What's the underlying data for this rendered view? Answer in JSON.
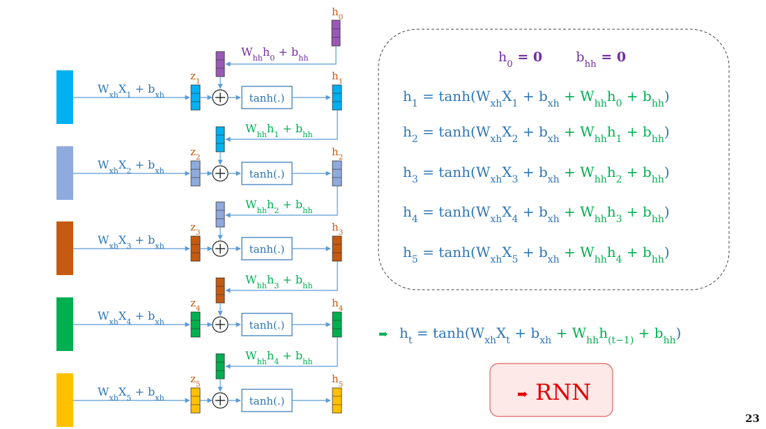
{
  "colors": {
    "arrow": "#5b9bd5",
    "blue_text": "#2e75b6",
    "green_text": "#00b050",
    "purple_text": "#7030a0",
    "orange_text": "#c55a11",
    "rnn_text": "#e00000",
    "rnn_fill": "#fde9e7",
    "rnn_border": "#e06666",
    "h0_fill": "#9b59b6"
  },
  "h0": {
    "label": "h",
    "sub": "0"
  },
  "h0_term": {
    "w": "W",
    "wsub": "hh",
    "h": "h",
    "hsub": "0",
    "plus": " + b",
    "bsub": "hh"
  },
  "tanh_label": "tanh(.)",
  "plus_symbol": "+",
  "steps": [
    {
      "color": "#00b0f0",
      "z": "z",
      "zsub": "1",
      "h": "h",
      "hsub": "1",
      "xterm": {
        "w": "W",
        "wsub": "xh",
        "x": "X",
        "xsub": "1",
        "plus": " + b",
        "bsub": "xh"
      },
      "rec": {
        "w": "W",
        "wsub": "hh",
        "h": "h",
        "hsub": "1",
        "plus": " + b",
        "bsub": "hh"
      }
    },
    {
      "color": "#8faadc",
      "z": "z",
      "zsub": "2",
      "h": "h",
      "hsub": "2",
      "xterm": {
        "w": "W",
        "wsub": "xh",
        "x": "X",
        "xsub": "2",
        "plus": " + b",
        "bsub": "xh"
      },
      "rec": {
        "w": "W",
        "wsub": "hh",
        "h": "h",
        "hsub": "2",
        "plus": " + b",
        "bsub": "hh"
      }
    },
    {
      "color": "#c55a11",
      "z": "z",
      "zsub": "3",
      "h": "h",
      "hsub": "3",
      "xterm": {
        "w": "W",
        "wsub": "xh",
        "x": "X",
        "xsub": "3",
        "plus": " + b",
        "bsub": "xh"
      },
      "rec": {
        "w": "W",
        "wsub": "hh",
        "h": "h",
        "hsub": "3",
        "plus": " + b",
        "bsub": "hh"
      }
    },
    {
      "color": "#00b050",
      "z": "z",
      "zsub": "4",
      "h": "h",
      "hsub": "4",
      "xterm": {
        "w": "W",
        "wsub": "xh",
        "x": "X",
        "xsub": "4",
        "plus": " + b",
        "bsub": "xh"
      },
      "rec": {
        "w": "W",
        "wsub": "hh",
        "h": "h",
        "hsub": "4",
        "plus": " + b",
        "bsub": "hh"
      }
    },
    {
      "color": "#ffc000",
      "z": "z",
      "zsub": "5",
      "h": "h",
      "hsub": "5",
      "xterm": {
        "w": "W",
        "wsub": "xh",
        "x": "X",
        "xsub": "5",
        "plus": " + b",
        "bsub": "xh"
      }
    }
  ],
  "init": {
    "h0": "h",
    "h0sub": "0",
    "h0val": " = 0",
    "b": "b",
    "bsub": "hh",
    "bval": " = 0"
  },
  "equations": [
    {
      "lhs": "h",
      "lhssub": "1",
      "xsub": "1",
      "hprevsub": "0"
    },
    {
      "lhs": "h",
      "lhssub": "2",
      "xsub": "2",
      "hprevsub": "1"
    },
    {
      "lhs": "h",
      "lhssub": "3",
      "xsub": "3",
      "hprevsub": "2"
    },
    {
      "lhs": "h",
      "lhssub": "4",
      "xsub": "4",
      "hprevsub": "3"
    },
    {
      "lhs": "h",
      "lhssub": "5",
      "xsub": "5",
      "hprevsub": "4"
    }
  ],
  "eq_parts": {
    "eq": " = tanh(",
    "w": "W",
    "wxsub": "xh",
    "x": "X",
    "plusb": " + b",
    "bxsub": "xh",
    "plus": " + ",
    "whsub": "hh",
    "h": "h",
    "bhsub": "hh",
    "close": ")"
  },
  "general": {
    "arrow": "➡",
    "lhs": "h",
    "lhssub": "t",
    "hprevsub": "(t−1)"
  },
  "rnn_label": "RNN",
  "rnn_arrow": "➡",
  "page_number": "23"
}
